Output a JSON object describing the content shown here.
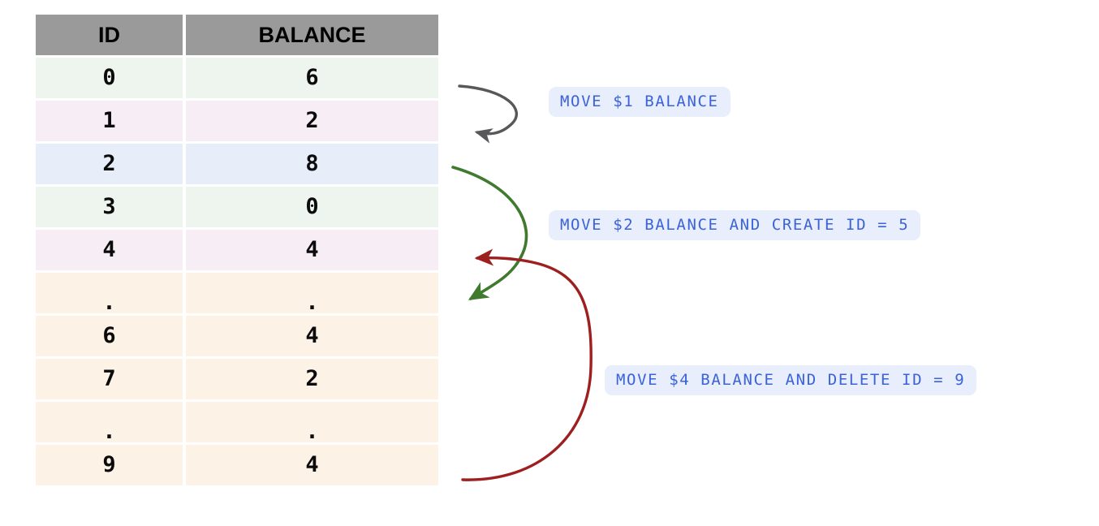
{
  "table": {
    "columns": [
      "ID",
      "BALANCE"
    ],
    "rows": [
      {
        "id": "0",
        "balance": "6",
        "color": "#eef5ee"
      },
      {
        "id": "1",
        "balance": "2",
        "color": "#f6eef4"
      },
      {
        "id": "2",
        "balance": "8",
        "color": "#e7edf9"
      },
      {
        "id": "3",
        "balance": "0",
        "color": "#eef5ee"
      },
      {
        "id": "4",
        "balance": "4",
        "color": "#f6eef4"
      },
      {
        "id": ".",
        "balance": ".",
        "color": "#fcf2e6"
      },
      {
        "id": "6",
        "balance": "4",
        "color": "#fcf2e6"
      },
      {
        "id": "7",
        "balance": "2",
        "color": "#fcf2e6"
      },
      {
        "id": ".",
        "balance": ".",
        "color": "#fcf2e6"
      },
      {
        "id": "9",
        "balance": "4",
        "color": "#fcf2e6"
      }
    ],
    "header_color": "#9a9a9a"
  },
  "annotations": [
    {
      "label": "MOVE $1 BALANCE",
      "arrow_color": "#58585a"
    },
    {
      "label": "MOVE $2 BALANCE AND CREATE ID = 5",
      "arrow_color": "#3f7a2e"
    },
    {
      "label": "MOVE $4 BALANCE AND DELETE ID = 9",
      "arrow_color": "#9e1f1f"
    }
  ],
  "colors": {
    "pill_background": "#e8eefb",
    "pill_text": "#3b62d9",
    "gray_arrow": "#58585a",
    "green_arrow": "#3f7a2e",
    "red_arrow": "#9e1f1f"
  }
}
